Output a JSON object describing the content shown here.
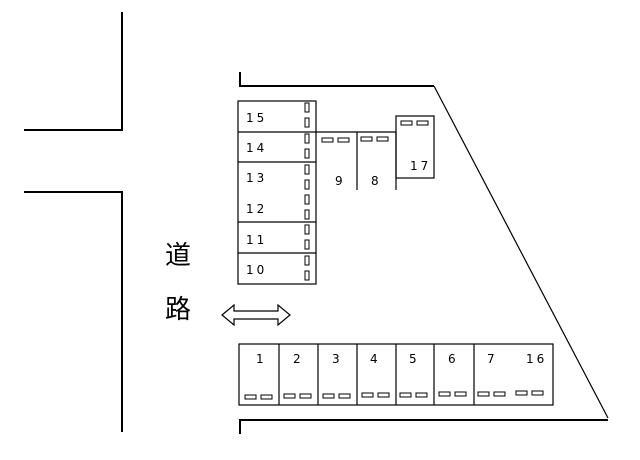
{
  "road_label": {
    "char1": "道",
    "char2": "路"
  },
  "spaces": {
    "s1": "1",
    "s2": "2",
    "s3": "3",
    "s4": "4",
    "s5": "5",
    "s6": "6",
    "s7": "7",
    "s8": "8",
    "s9": "9",
    "s10": "10",
    "s11": "11",
    "s12": "12",
    "s13": "13",
    "s14": "14",
    "s15": "15",
    "s16": "16",
    "s17": "17"
  }
}
